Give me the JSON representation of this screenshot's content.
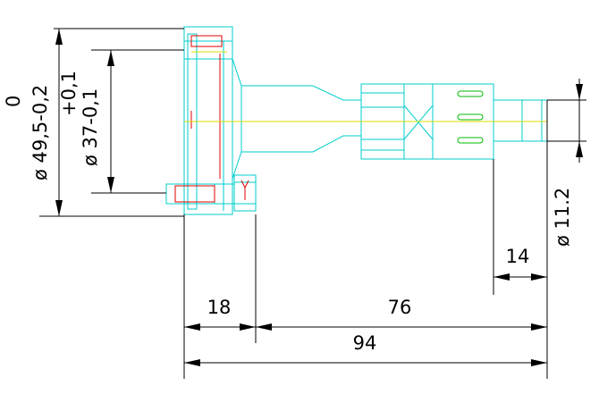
{
  "dimensions": {
    "width_18": "18",
    "width_76": "76",
    "width_94": "94",
    "width_14": "14",
    "dia_11_2": "ø 11.2",
    "dia_49_5": "ø 49,5-0,2",
    "dia_49_5_upper": "0",
    "dia_37": "ø 37-0,1",
    "dia_37_upper": "+0,1"
  },
  "colors": {
    "outline": "#00cccc",
    "hidden": "#e00000",
    "centerline": "#dddd00",
    "marks": "#00bb00",
    "dimension": "#000000"
  }
}
